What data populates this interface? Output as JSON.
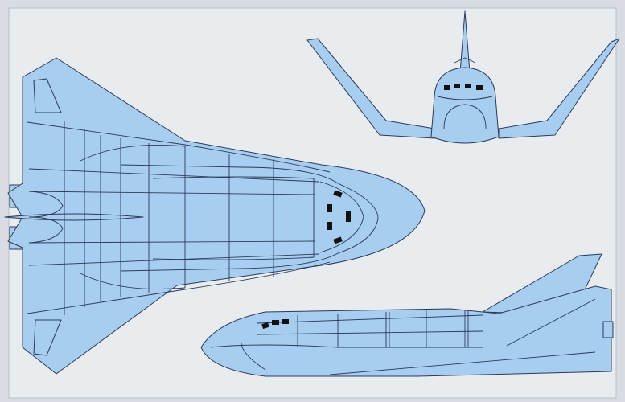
{
  "drawing": {
    "views": [
      "top-view",
      "front-view",
      "side-view"
    ],
    "colors": {
      "fill": "#a7cdf0",
      "stroke": "#2a3a58",
      "panel": "#e9ecef",
      "background": "#d9dde3",
      "window": "#111111"
    }
  }
}
